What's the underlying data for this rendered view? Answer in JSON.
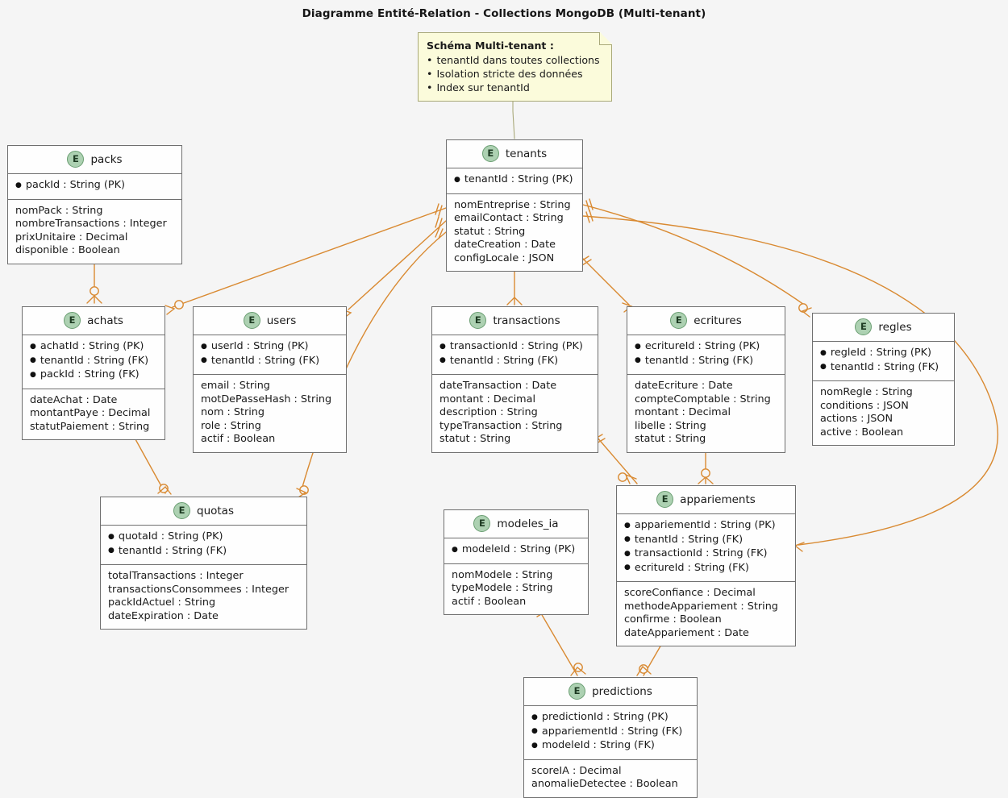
{
  "title": "Diagramme Entité-Relation - Collections MongoDB (Multi-tenant)",
  "colors": {
    "background": "#F5F5F5",
    "entity_fill": "#FEFEFE",
    "entity_border": "#6F6F6F",
    "entity_icon_fill": "#ADD1B2",
    "note_fill": "#FBFBDB",
    "note_border": "#A9A97A",
    "relation_line": "#D98A32",
    "text": "#1A1A1A"
  },
  "note": {
    "name": "schema-note",
    "title": "Schéma Multi-tenant :",
    "bullets": [
      "tenantId dans toutes collections",
      "Isolation stricte des données",
      "Index sur tenantId"
    ]
  },
  "entities": [
    {
      "id": "packs",
      "icon": "E",
      "name": "packs",
      "keys": [
        "packId : String (PK)"
      ],
      "fields": [
        "nomPack : String",
        "nombreTransactions : Integer",
        "prixUnitaire : Decimal",
        "disponible : Boolean"
      ]
    },
    {
      "id": "tenants",
      "icon": "E",
      "name": "tenants",
      "keys": [
        "tenantId : String (PK)"
      ],
      "fields": [
        "nomEntreprise : String",
        "emailContact : String",
        "statut : String",
        "dateCreation : Date",
        "configLocale : JSON"
      ]
    },
    {
      "id": "achats",
      "icon": "E",
      "name": "achats",
      "keys": [
        "achatId : String (PK)",
        "tenantId : String (FK)",
        "packId : String (FK)"
      ],
      "fields": [
        "dateAchat : Date",
        "montantPaye : Decimal",
        "statutPaiement : String"
      ]
    },
    {
      "id": "users",
      "icon": "E",
      "name": "users",
      "keys": [
        "userId : String (PK)",
        "tenantId : String (FK)"
      ],
      "fields": [
        "email : String",
        "motDePasseHash : String",
        "nom : String",
        "role : String",
        "actif : Boolean"
      ]
    },
    {
      "id": "transactions",
      "icon": "E",
      "name": "transactions",
      "keys": [
        "transactionId : String (PK)",
        "tenantId : String (FK)"
      ],
      "fields": [
        "dateTransaction : Date",
        "montant : Decimal",
        "description : String",
        "typeTransaction : String",
        "statut : String"
      ]
    },
    {
      "id": "ecritures",
      "icon": "E",
      "name": "ecritures",
      "keys": [
        "ecritureId : String (PK)",
        "tenantId : String (FK)"
      ],
      "fields": [
        "dateEcriture : Date",
        "compteComptable : String",
        "montant : Decimal",
        "libelle : String",
        "statut : String"
      ]
    },
    {
      "id": "regles",
      "icon": "E",
      "name": "regles",
      "keys": [
        "regleId : String (PK)",
        "tenantId : String (FK)"
      ],
      "fields": [
        "nomRegle : String",
        "conditions : JSON",
        "actions : JSON",
        "active : Boolean"
      ]
    },
    {
      "id": "quotas",
      "icon": "E",
      "name": "quotas",
      "keys": [
        "quotaId : String (PK)",
        "tenantId : String (FK)"
      ],
      "fields": [
        "totalTransactions : Integer",
        "transactionsConsommees : Integer",
        "packIdActuel : String",
        "dateExpiration : Date"
      ]
    },
    {
      "id": "modeles_ia",
      "icon": "E",
      "name": "modeles_ia",
      "keys": [
        "modeleId : String (PK)"
      ],
      "fields": [
        "nomModele : String",
        "typeModele : String",
        "actif : Boolean"
      ]
    },
    {
      "id": "appariements",
      "icon": "E",
      "name": "appariements",
      "keys": [
        "appariementId : String (PK)",
        "tenantId : String (FK)",
        "transactionId : String (FK)",
        "ecritureId : String (FK)"
      ],
      "fields": [
        "scoreConfiance : Decimal",
        "methodeAppariement : String",
        "confirme : Boolean",
        "dateAppariement : Date"
      ]
    },
    {
      "id": "predictions",
      "icon": "E",
      "name": "predictions",
      "keys": [
        "predictionId : String (PK)",
        "appariementId : String (FK)",
        "modeleId : String (FK)"
      ],
      "fields": [
        "scoreIA : Decimal",
        "anomalieDetectee : Boolean"
      ]
    }
  ],
  "relations": [
    {
      "from": "packs",
      "to": "achats",
      "from_card": "one",
      "to_card": "zero-or-many"
    },
    {
      "from": "tenants",
      "to": "achats",
      "from_card": "one",
      "to_card": "zero-or-many"
    },
    {
      "from": "tenants",
      "to": "users",
      "from_card": "one",
      "to_card": "zero-or-many"
    },
    {
      "from": "tenants",
      "to": "transactions",
      "from_card": "one",
      "to_card": "zero-or-many"
    },
    {
      "from": "tenants",
      "to": "ecritures",
      "from_card": "one",
      "to_card": "zero-or-many"
    },
    {
      "from": "tenants",
      "to": "regles",
      "from_card": "one",
      "to_card": "zero-or-many"
    },
    {
      "from": "tenants",
      "to": "quotas",
      "from_card": "one",
      "to_card": "zero-or-many"
    },
    {
      "from": "tenants",
      "to": "appariements",
      "from_card": "one",
      "to_card": "zero-or-many"
    },
    {
      "from": "achats",
      "to": "quotas",
      "from_card": "one",
      "to_card": "zero-or-many"
    },
    {
      "from": "transactions",
      "to": "appariements",
      "from_card": "one",
      "to_card": "zero-or-many"
    },
    {
      "from": "ecritures",
      "to": "appariements",
      "from_card": "one",
      "to_card": "zero-or-many"
    },
    {
      "from": "appariements",
      "to": "predictions",
      "from_card": "one",
      "to_card": "zero-or-many"
    },
    {
      "from": "modeles_ia",
      "to": "predictions",
      "from_card": "one",
      "to_card": "zero-or-many"
    }
  ]
}
